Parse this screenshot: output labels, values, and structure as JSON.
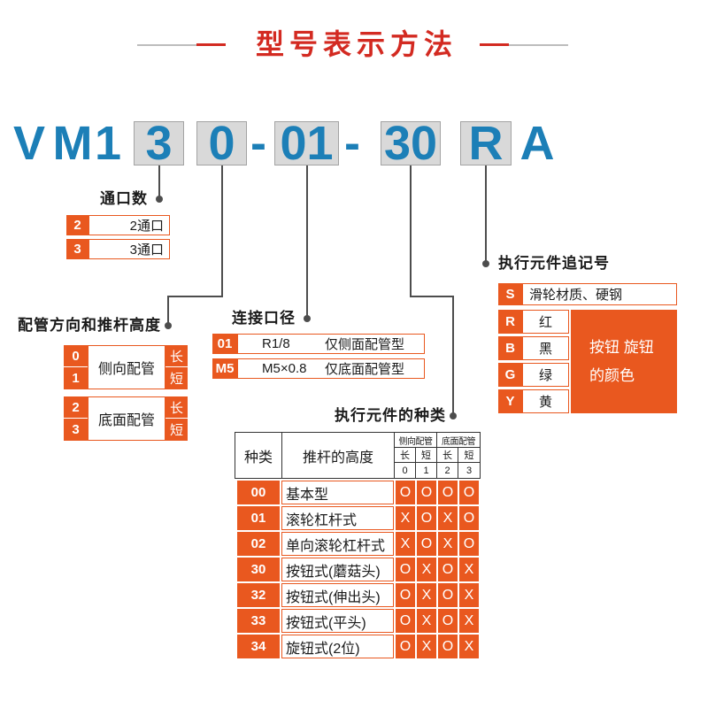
{
  "title": "型号表示方法",
  "colors": {
    "accent": "#e9581f",
    "code_blue": "#1c7fb7",
    "title_red": "#d32a21",
    "code_box": "#d9d9d9",
    "connector": "#4d4d4d"
  },
  "model_code": {
    "series_v": "V",
    "series_m": "M",
    "series_1": "1",
    "ports": "3",
    "piping": "0",
    "dash_1": "-",
    "connection": "01",
    "dash_2": "-",
    "actuator": "30",
    "suffix": "R",
    "tail": "A"
  },
  "ports": {
    "label": "通口数",
    "rows": [
      {
        "code": "2",
        "text": "2通口"
      },
      {
        "code": "3",
        "text": "3通口"
      }
    ]
  },
  "piping": {
    "label": "配管方向和推杆高度",
    "groups": [
      {
        "codes": [
          "0",
          "1"
        ],
        "text": "侧向配管",
        "heights": [
          "长",
          "短"
        ]
      },
      {
        "codes": [
          "2",
          "3"
        ],
        "text": "底面配管",
        "heights": [
          "长",
          "短"
        ]
      }
    ]
  },
  "connection": {
    "label": "连接口径",
    "rows": [
      {
        "code": "01",
        "size": "R1/8",
        "note": "仅侧面配管型"
      },
      {
        "code": "M5",
        "size": "M5×0.8",
        "note": "仅底面配管型"
      }
    ]
  },
  "actuator": {
    "label": "执行元件的种类",
    "header": {
      "type": "种类",
      "height": "推杆的高度",
      "side": "侧向配管",
      "bottom": "底面配管",
      "lengths": [
        "长",
        "短",
        "长",
        "短"
      ],
      "codes": [
        "0",
        "1",
        "2",
        "3"
      ]
    },
    "rows": [
      {
        "code": "00",
        "name": "基本型",
        "marks": [
          "O",
          "O",
          "O",
          "O"
        ]
      },
      {
        "code": "01",
        "name": "滚轮杠杆式",
        "marks": [
          "X",
          "O",
          "X",
          "O"
        ]
      },
      {
        "code": "02",
        "name": "单向滚轮杠杆式",
        "marks": [
          "X",
          "O",
          "X",
          "O"
        ]
      },
      {
        "code": "30",
        "name": "按钮式(蘑菇头)",
        "marks": [
          "O",
          "X",
          "O",
          "X"
        ]
      },
      {
        "code": "32",
        "name": "按钮式(伸出头)",
        "marks": [
          "O",
          "X",
          "O",
          "X"
        ]
      },
      {
        "code": "33",
        "name": "按钮式(平头)",
        "marks": [
          "O",
          "X",
          "O",
          "X"
        ]
      },
      {
        "code": "34",
        "name": "旋钮式(2位)",
        "marks": [
          "O",
          "X",
          "O",
          "X"
        ]
      }
    ]
  },
  "suffix": {
    "label": "执行元件追记号",
    "material": {
      "code": "S",
      "text": "滑轮材质、硬钢"
    },
    "colors": [
      {
        "code": "R",
        "text": "红"
      },
      {
        "code": "B",
        "text": "黑"
      },
      {
        "code": "G",
        "text": "绿"
      },
      {
        "code": "Y",
        "text": "黄"
      }
    ],
    "color_note": [
      "按钮 旋钮",
      "的颜色"
    ]
  }
}
